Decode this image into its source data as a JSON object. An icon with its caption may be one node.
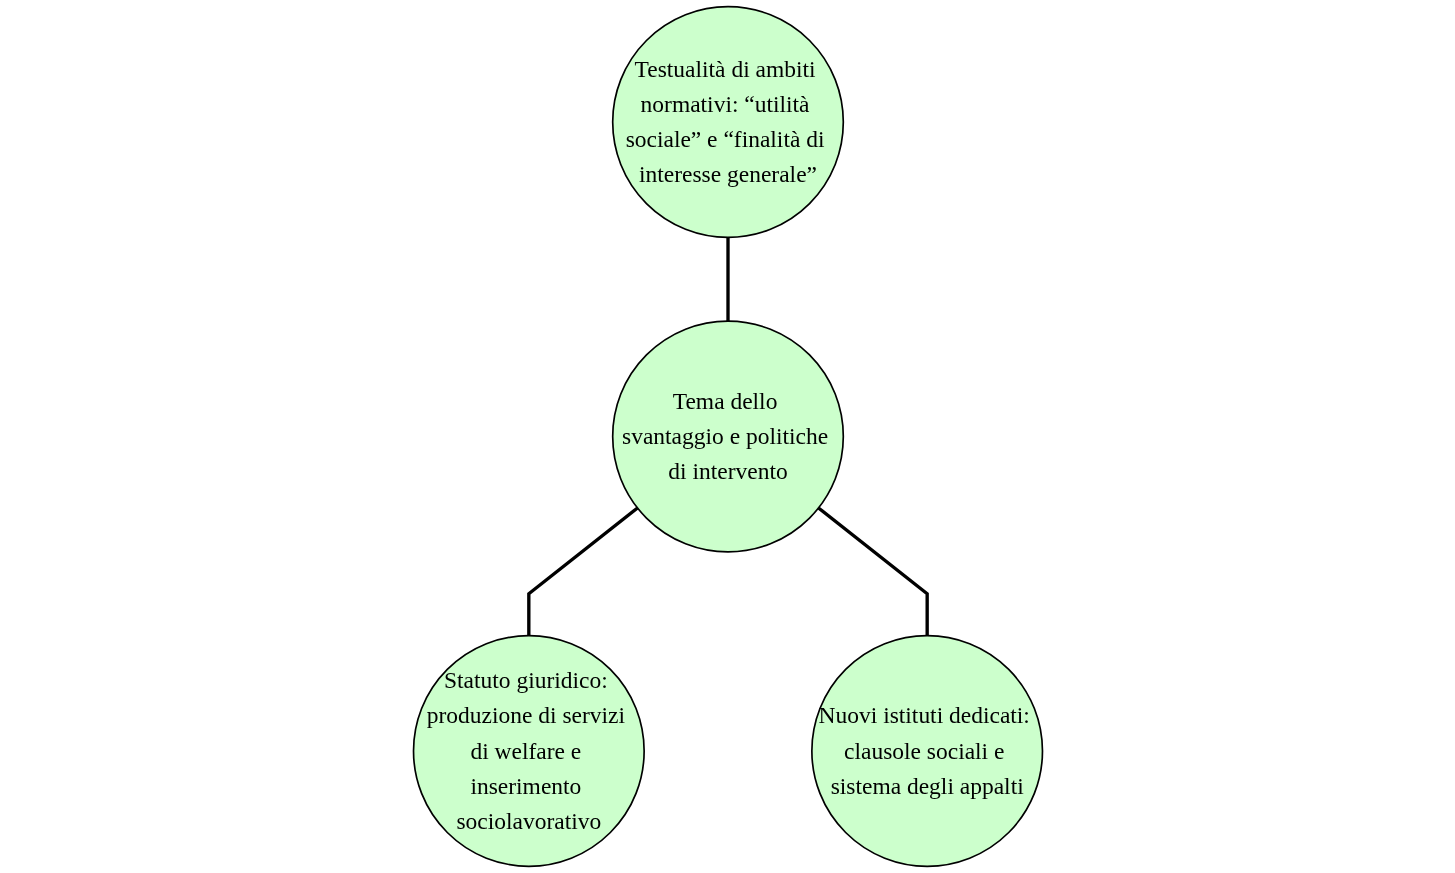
{
  "diagram": {
    "nodes": [
      {
        "text": [
          "Testualità di ambiti normativi: “utilità sociale” e “finalità di interesse generale”"
        ]
      },
      {
        "text": [
          "Tema dello svantaggio e politiche di intervento"
        ]
      },
      {
        "text": [
          "Statuto giuridico: produzione di servizi di welfare e inserimento sociolavorativo"
        ]
      },
      {
        "text": [
          "Nuovi istituti dedicati: clausole sociali e sistema degli appalti"
        ]
      }
    ],
    "edges": [
      {
        "from": 0,
        "to": 1,
        "arrow": "none"
      },
      {
        "from": 1,
        "to": 2,
        "arrow": "none"
      },
      {
        "from": 1,
        "to": 3,
        "arrow": "none"
      }
    ]
  }
}
